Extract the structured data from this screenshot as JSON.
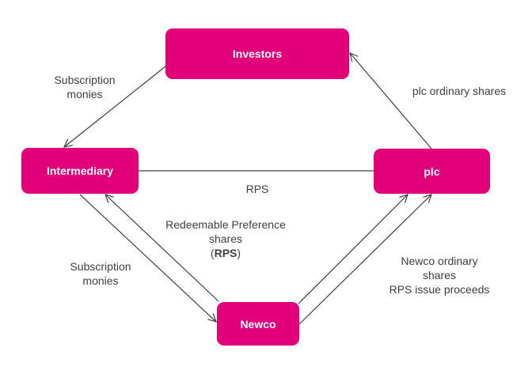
{
  "colors": {
    "node_fill": "#e2007a",
    "node_text": "#ffffff",
    "edge": "#404040",
    "label_text": "#404040"
  },
  "nodes": {
    "investors": "Investors",
    "intermediary": "Intermediary",
    "plc": "plc",
    "newco": "Newco"
  },
  "edges": [
    {
      "from": "Investors",
      "to": "Intermediary",
      "label": "Subscription monies"
    },
    {
      "from": "plc",
      "to": "Investors",
      "label": "plc ordinary shares"
    },
    {
      "from": "Intermediary",
      "to": "plc",
      "label": "RPS",
      "arrow": "none"
    },
    {
      "from": "Newco",
      "to": "Intermediary",
      "label": "Redeemable Preference shares (RPS)"
    },
    {
      "from": "Intermediary",
      "to": "Newco",
      "label": "Subscription monies"
    },
    {
      "from": "Newco",
      "to": "plc",
      "label": "Newco ordinary shares"
    },
    {
      "from": "Newco",
      "to": "plc",
      "label": "RPS issue proceeds"
    }
  ],
  "labels": {
    "sub1_line1": "Subscription",
    "sub1_line2": "monies",
    "plc_ord": "plc ordinary shares",
    "rps": "RPS",
    "redeem_line1": "Redeemable Preference",
    "redeem_line2": "shares",
    "redeem_open": "(",
    "redeem_bold": "RPS",
    "redeem_close": ")",
    "sub2_line1": "Subscription",
    "sub2_line2": "monies",
    "newco_line1": "Newco ordinary",
    "newco_line2": "shares",
    "newco_line3": "RPS issue proceeds"
  }
}
